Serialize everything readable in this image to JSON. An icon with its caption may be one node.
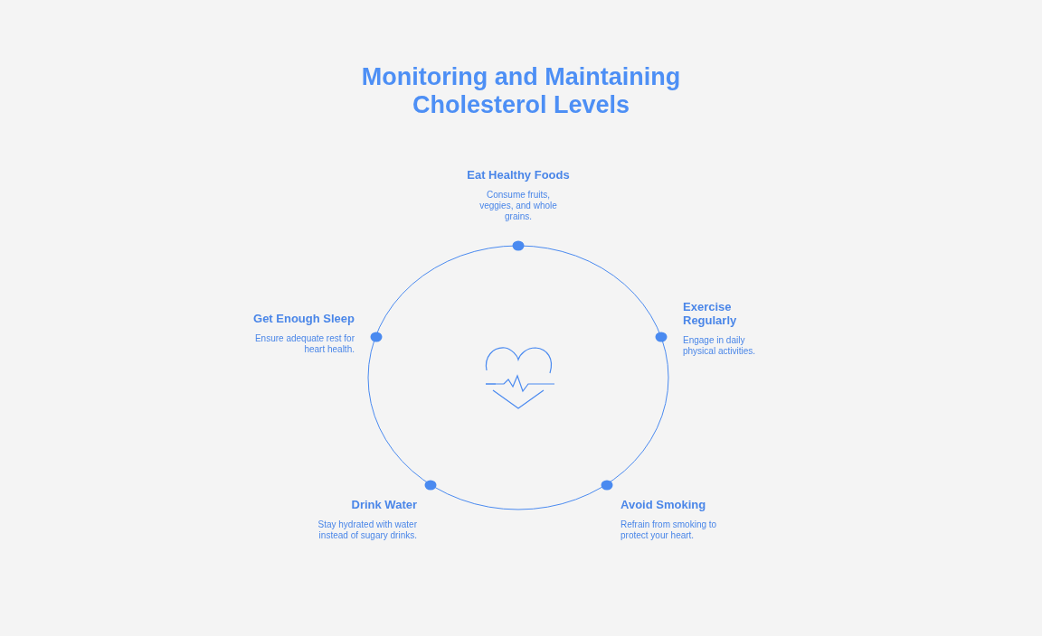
{
  "diagram": {
    "title": "Monitoring and Maintaining Cholesterol Levels",
    "nodes": [
      {
        "text": [
          "Eat Healthy Foods",
          "Consume fruits, veggies, and whole grains."
        ]
      },
      {
        "text": [
          "Get Enough Sleep",
          "Ensure adequate rest for heart health."
        ]
      },
      {
        "text": [
          "Exercise Regularly",
          "Engage in daily physical activities."
        ]
      },
      {
        "text": [
          "Drink Water",
          "Stay hydrated with water instead of sugary drinks."
        ]
      },
      {
        "text": [
          "Avoid Smoking",
          "Refrain from smoking to protect your heart."
        ]
      }
    ],
    "edges": []
  }
}
